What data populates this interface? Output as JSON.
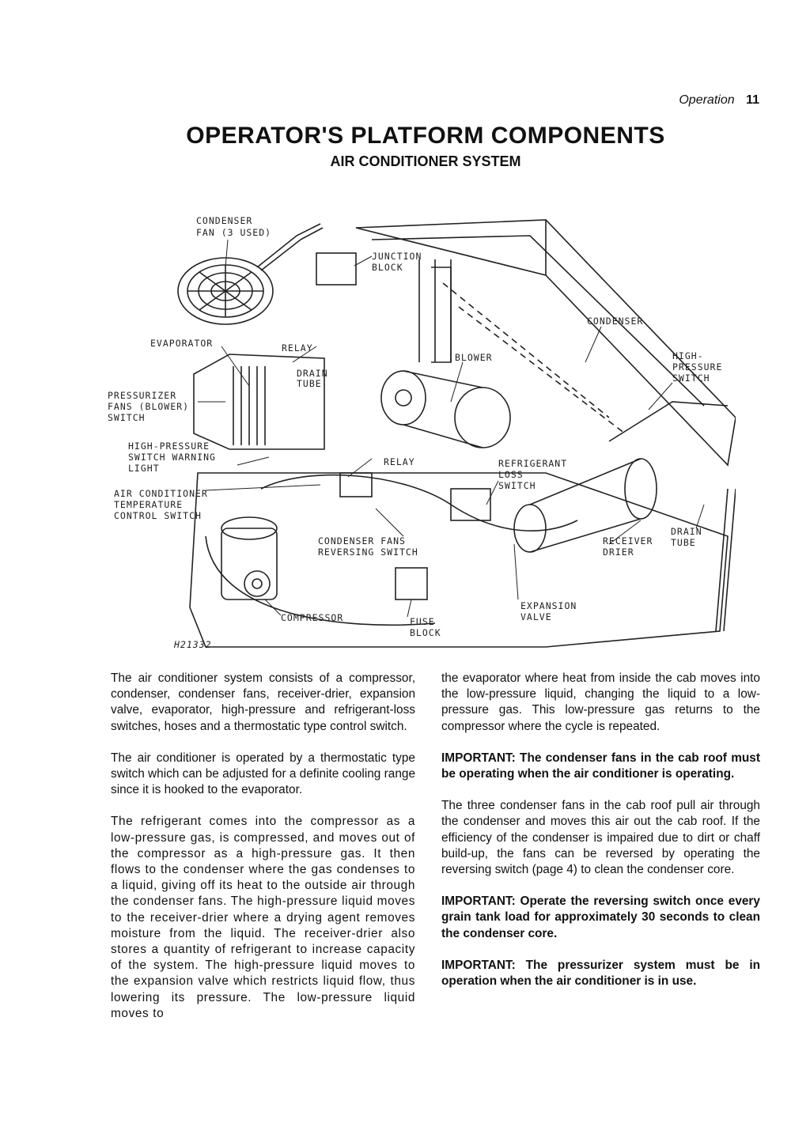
{
  "header": {
    "section": "Operation",
    "page": "11"
  },
  "title": "OPERATOR'S PLATFORM COMPONENTS",
  "subtitle": "AIR CONDITIONER SYSTEM",
  "diagram": {
    "figure_id": "H21332",
    "labels": {
      "condenser_fan_1": "CONDENSER",
      "condenser_fan_2": "FAN (3 USED)",
      "junction_block_1": "JUNCTION",
      "junction_block_2": "BLOCK",
      "condenser": "CONDENSER",
      "evaporator": "EVAPORATOR",
      "relay_top": "RELAY",
      "drain_tube_mid_1": "DRAIN",
      "drain_tube_mid_2": "TUBE",
      "blower": "BLOWER",
      "hp_switch_1": "HIGH-",
      "hp_switch_2": "PRESSURE",
      "hp_switch_3": "SWITCH",
      "pressurizer_1": "PRESSURIZER",
      "pressurizer_2": "FANS (BLOWER)",
      "pressurizer_3": "SWITCH",
      "hp_warning_1": "HIGH-PRESSURE",
      "hp_warning_2": "SWITCH WARNING",
      "hp_warning_3": "LIGHT",
      "relay_mid": "RELAY",
      "refrig_loss_1": "REFRIGERANT",
      "refrig_loss_2": "LOSS",
      "refrig_loss_3": "SWITCH",
      "ac_temp_1": "AIR CONDITIONER",
      "ac_temp_2": "TEMPERATURE",
      "ac_temp_3": "CONTROL SWITCH",
      "cond_rev_1": "CONDENSER FANS",
      "cond_rev_2": "REVERSING SWITCH",
      "receiver_1": "RECEIVER",
      "receiver_2": "DRIER",
      "drain_tube_r_1": "DRAIN",
      "drain_tube_r_2": "TUBE",
      "expansion_1": "EXPANSION",
      "expansion_2": "VALVE",
      "compressor": "COMPRESSOR",
      "fuse_1": "FUSE",
      "fuse_2": "BLOCK"
    }
  },
  "body": {
    "left": [
      "The air conditioner system consists of a compressor, condenser, condenser fans, receiver-drier, expansion valve, evaporator, high-pressure and refrigerant-loss switches, hoses and a thermostatic type control switch.",
      "The air conditioner is operated by a thermostatic type switch which can be adjusted for a definite cooling range since it is hooked to the evaporator.",
      "The refrigerant comes into the compressor as a low-pressure gas, is compressed, and moves out of the compressor as a high-pressure gas. It then flows to the condenser where the gas condenses to a liquid, giving off its heat to the outside air through the condenser fans. The high-pressure liquid moves to the receiver-drier where a drying agent removes moisture from the liquid. The receiver-drier also stores a quantity of refrigerant to increase capacity of the system. The high-pressure liquid moves to the expansion valve which restricts liquid flow, thus lowering its pressure. The low-pressure liquid moves to"
    ],
    "right": [
      "the evaporator where heat from inside the cab moves into the low-pressure liquid, changing the liquid to a low-pressure gas. This low-pressure gas returns to the compressor where the cycle is repeated.",
      "IMPORTANT: The condenser fans in the cab roof must be operating when the air conditioner is operating.",
      "The three condenser fans in the cab roof pull air through the condenser and moves this air out the cab roof. If the efficiency of the condenser is impaired due to dirt or chaff build-up, the fans can be reversed by operating the reversing switch (page 4) to clean the condenser core.",
      "IMPORTANT: Operate the reversing switch once every grain tank load for approximately 30 seconds to clean the condenser core.",
      "IMPORTANT: The pressurizer system must be in operation when the air conditioner is in use."
    ]
  }
}
